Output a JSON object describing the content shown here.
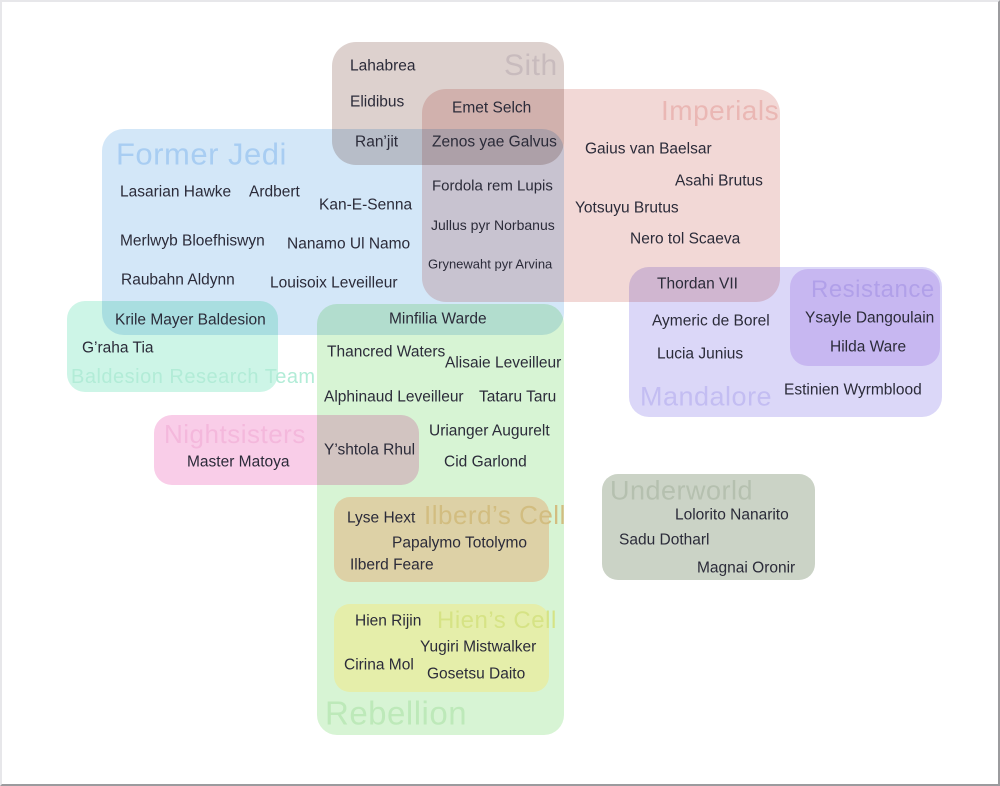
{
  "page": {
    "background": "#ffffff",
    "frame_light": "#e7e7ea",
    "frame_dark": "#9b9b9e",
    "member_text_color": "#2b2b39"
  },
  "diagram": {
    "groups": {
      "former_jedi": {
        "title": "Former Jedi",
        "box_color": "#d3e7f8",
        "title_color": "#a8cdf2",
        "members": [
          "Lasarian Hawke",
          "Ardbert",
          "Kan-E-Senna",
          "Merlwyb Bloefhiswyn",
          "Nanamo Ul Namo",
          "Raubahn Aldynn",
          "Louisoix Leveilleur"
        ]
      },
      "sith": {
        "title": "Sith",
        "box_color": "#ddd1ce",
        "title_color": "#c8bbbd",
        "members": [
          "Lahabrea",
          "Elidibus",
          "Ran’jit",
          "Emet Selch",
          "Zenos yae Galvus"
        ]
      },
      "imperials": {
        "title": "Imperials",
        "box_color": "#f2d8d6",
        "title_color": "#eab7b4",
        "members": [
          "Gaius van Baelsar",
          "Asahi Brutus",
          "Yotsuyu Brutus",
          "Nero tol Scaeva",
          "Fordola rem Lupis",
          "Jullus pyr Norbanus",
          "Grynewaht pyr Arvina",
          "Thordan VII"
        ]
      },
      "mandalore": {
        "title": "Mandalore",
        "box_color": "#dbd7f8",
        "title_color": "#c3bdf2",
        "members": [
          "Aymeric de Borel",
          "Lucia Junius",
          "Estinien Wyrmblood"
        ]
      },
      "resistance": {
        "title": "Resistance",
        "box_color": "#c7b7f1",
        "title_color": "#b1a0e9",
        "members": [
          "Ysayle Dangoulain",
          "Hilda Ware"
        ]
      },
      "baldesion": {
        "title": "Baldesion Research Team",
        "box_color": "#cdf5e7",
        "title_color": "#b2ecd7",
        "members": [
          "Krile Mayer Baldesion",
          "G’raha Tia"
        ]
      },
      "rebellion": {
        "title": "Rebellion",
        "box_color": "#d7f4d4",
        "title_color": "#bde9b9",
        "members": [
          "Minfilia Warde",
          "Thancred Waters",
          "Alisaie Leveilleur",
          "Alphinaud Leveilleur",
          "Tataru Taru",
          "Urianger Augurelt",
          "Y’shtola Rhul",
          "Cid Garlond"
        ]
      },
      "nightsisters": {
        "title": "Nightsisters",
        "box_color": "#f9cde8",
        "title_color": "#f4b8dc",
        "members": [
          "Master Matoya"
        ]
      },
      "ilberds_cell": {
        "title": "Ilberd’s Cell",
        "box_color": "#ddd1a6",
        "title_color": "#d2bd80",
        "members": [
          "Lyse Hext",
          "Papalymo Totolymo",
          "Ilberd Feare"
        ]
      },
      "hiens_cell": {
        "title": "Hien’s Cell",
        "box_color": "#e5eeaa",
        "title_color": "#d6e385",
        "members": [
          "Hien Rijin",
          "Yugiri Mistwalker",
          "Cirina Mol",
          "Gosetsu Daito"
        ]
      },
      "underworld": {
        "title": "Underworld",
        "box_color": "#cbd3c6",
        "title_color": "#b5c0af",
        "members": [
          "Lolorito Nanarito",
          "Sadu Dotharl",
          "Magnai Oronir"
        ]
      }
    }
  }
}
